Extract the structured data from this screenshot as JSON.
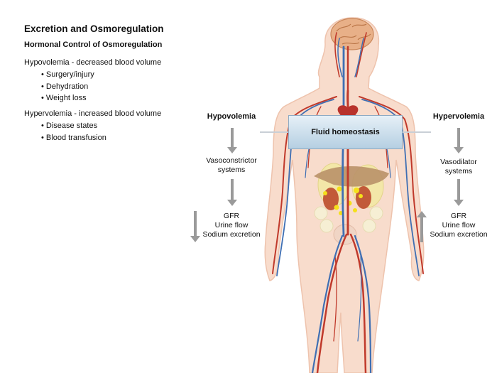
{
  "title": "Excretion and Osmoregulation",
  "subtitle": "Hormonal Control of Osmoregulation",
  "conditions": [
    {
      "heading": "Hypovolemia - decreased blood volume",
      "items": [
        "Surgery/injury",
        "Dehydration",
        "Weight loss"
      ]
    },
    {
      "heading": "Hypervolemia - increased blood volume",
      "items": [
        "Disease states",
        "Blood transfusion"
      ]
    }
  ],
  "diagram": {
    "center_label": "Fluid homeostasis",
    "left": {
      "heading": "Hypovolemia",
      "system": [
        "Vasoconstrictor",
        "systems"
      ],
      "effects": [
        "GFR",
        "Urine flow",
        "Sodium excretion"
      ],
      "effect_direction": "down"
    },
    "right": {
      "heading": "Hypervolemia",
      "system": [
        "Vasodilator",
        "systems"
      ],
      "effects": [
        "GFR",
        "Urine flow",
        "Sodium excretion"
      ],
      "effect_direction": "up"
    }
  },
  "colors": {
    "artery": "#c0392b",
    "vein": "#3f6fb3",
    "skin": "#f8d9c7",
    "box_fill": "#cfe0ee",
    "arrow": "#9a9a9a"
  }
}
